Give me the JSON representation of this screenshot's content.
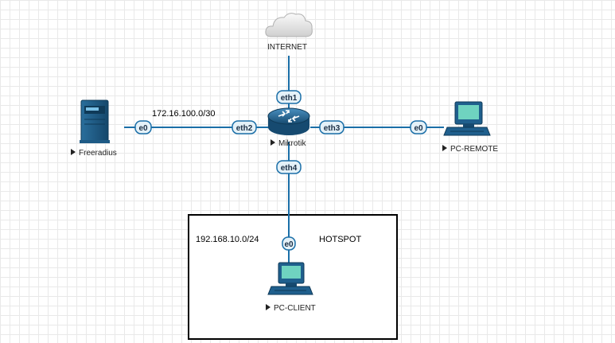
{
  "nodes": {
    "internet": {
      "label": "INTERNET",
      "icon": "cloud-icon"
    },
    "mikrotik": {
      "label": "Mikrotik",
      "icon": "router-icon"
    },
    "freeradius": {
      "label": "Freeradius",
      "icon": "server-icon"
    },
    "pc_remote": {
      "label": "PC-REMOTE",
      "icon": "pc-icon"
    },
    "pc_client": {
      "label": "PC-CLIENT",
      "icon": "pc-icon"
    }
  },
  "ports": {
    "eth1": "eth1",
    "eth2": "eth2",
    "eth3": "eth3",
    "eth4": "eth4",
    "freeradius_e0": "e0",
    "pc_remote_e0": "e0",
    "pc_client_e0": "e0"
  },
  "networks": {
    "radius_net": "172.16.100.0/30",
    "hotspot_net": "192.168.10.0/24",
    "hotspot_name": "HOTSPOT"
  },
  "colors": {
    "link": "#1b6fa8",
    "port_fill": "#e4f1f8",
    "port_stroke": "#1b6fa8",
    "router": "#1f5f8d",
    "pc": "#1f5f8d",
    "screen": "#6fd3c0"
  }
}
